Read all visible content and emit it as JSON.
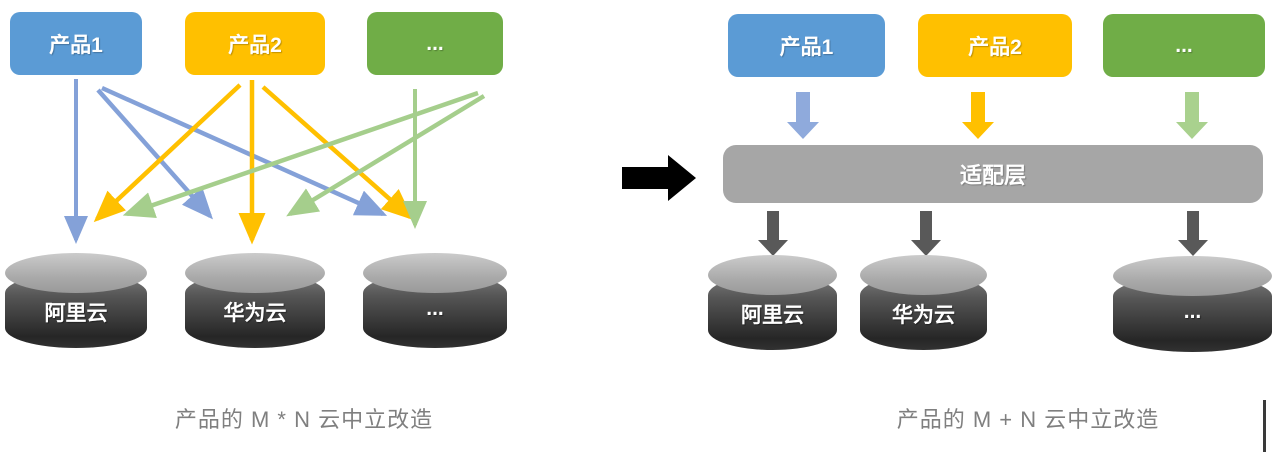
{
  "left_diagram": {
    "products": [
      {
        "label": "产品1",
        "color": "#5B9BD5"
      },
      {
        "label": "产品2",
        "color": "#FFC000"
      },
      {
        "label": "...",
        "color": "#70AD47"
      }
    ],
    "clouds": [
      {
        "label": "阿里云"
      },
      {
        "label": "华为云"
      },
      {
        "label": "..."
      }
    ],
    "caption": "产品的 M * N 云中立改造",
    "line_colors": {
      "product1": "#84A1D8",
      "product2": "#FFC000",
      "product3": "#A5CE8C"
    }
  },
  "right_diagram": {
    "products": [
      {
        "label": "产品1",
        "color": "#5B9BD5"
      },
      {
        "label": "产品2",
        "color": "#FFC000"
      },
      {
        "label": "...",
        "color": "#70AD47"
      }
    ],
    "adapter": {
      "label": "适配层",
      "color": "#A6A6A6"
    },
    "clouds": [
      {
        "label": "阿里云"
      },
      {
        "label": "华为云"
      },
      {
        "label": "..."
      }
    ],
    "caption": "产品的 M + N 云中立改造",
    "arrow_colors": {
      "product1": "#8FAADC",
      "product2": "#FFC000",
      "product3": "#A9D18E",
      "to_cloud": "#595959"
    }
  },
  "colors": {
    "transform_arrow": "#000000",
    "caption_text": "#7F7F7F"
  }
}
